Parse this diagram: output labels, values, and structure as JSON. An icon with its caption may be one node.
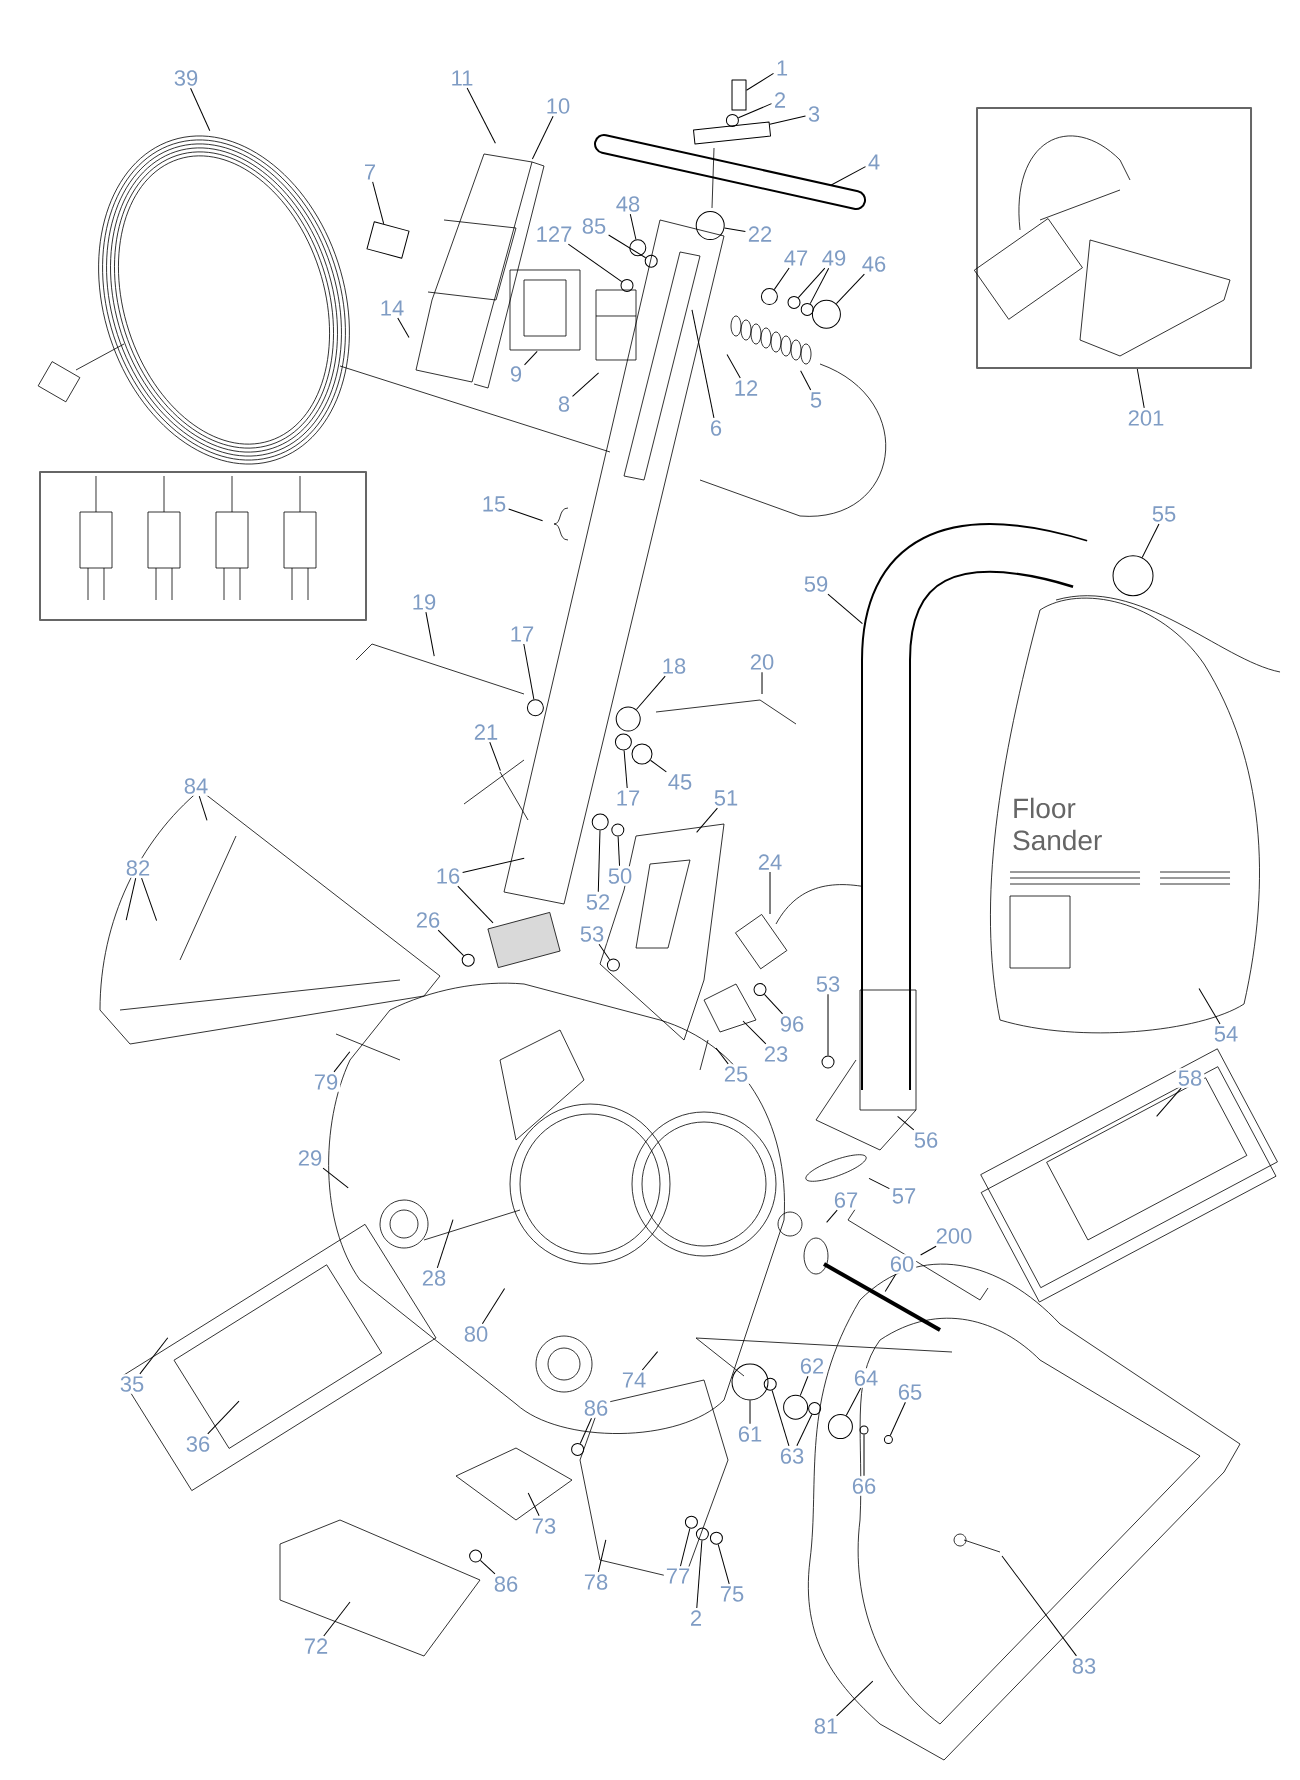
{
  "diagram": {
    "nodes": [
      {
        "text": [
          "39"
        ]
      },
      {
        "text": [
          "11"
        ]
      },
      {
        "text": [
          "10"
        ]
      },
      {
        "text": [
          "1"
        ]
      },
      {
        "text": [
          "2"
        ]
      },
      {
        "text": [
          "3"
        ]
      },
      {
        "text": [
          "4"
        ]
      },
      {
        "text": [
          "7"
        ]
      },
      {
        "text": [
          "48"
        ]
      },
      {
        "text": [
          "85"
        ]
      },
      {
        "text": [
          "127"
        ]
      },
      {
        "text": [
          "22"
        ]
      },
      {
        "text": [
          "47"
        ]
      },
      {
        "text": [
          "49"
        ]
      },
      {
        "text": [
          "46"
        ]
      },
      {
        "text": [
          "14"
        ]
      },
      {
        "text": [
          "9"
        ]
      },
      {
        "text": [
          "8"
        ]
      },
      {
        "text": [
          "12"
        ]
      },
      {
        "text": [
          "5"
        ]
      },
      {
        "text": [
          "201"
        ]
      },
      {
        "text": [],
        "shape": "picture"
      },
      {
        "text": [
          "6"
        ]
      },
      {
        "text": [
          "15"
        ]
      },
      {
        "text": [
          "55"
        ]
      },
      {
        "text": [
          "59"
        ]
      },
      {
        "text": [
          "19"
        ]
      },
      {
        "text": [
          "17"
        ]
      },
      {
        "text": [
          "18"
        ]
      },
      {
        "text": [
          "20"
        ]
      },
      {
        "text": [
          "21"
        ]
      },
      {
        "text": [
          "84"
        ]
      },
      {
        "text": [
          "45"
        ]
      },
      {
        "text": [
          "17"
        ]
      },
      {
        "text": [
          "51"
        ]
      },
      {
        "text": [
          "24"
        ]
      },
      {
        "text": [
          "82"
        ]
      },
      {
        "text": [
          "16"
        ]
      },
      {
        "text": [
          "50"
        ]
      },
      {
        "text": [
          "52"
        ]
      },
      {
        "text": [
          "26"
        ]
      },
      {
        "text": [
          "53"
        ]
      },
      {
        "text": [
          "53"
        ]
      },
      {
        "text": [
          "96"
        ]
      },
      {
        "text": [
          "54"
        ]
      },
      {
        "text": [
          "23"
        ]
      },
      {
        "text": [
          "25"
        ]
      },
      {
        "text": [
          "79"
        ]
      },
      {
        "text": [
          "58"
        ]
      },
      {
        "text": [
          "56"
        ]
      },
      {
        "text": [
          "29"
        ]
      },
      {
        "text": [
          "57"
        ]
      },
      {
        "text": [
          "67"
        ]
      },
      {
        "text": [
          "200"
        ]
      },
      {
        "text": [
          "60"
        ]
      },
      {
        "text": [
          "28"
        ]
      },
      {
        "text": [
          "80"
        ]
      },
      {
        "text": [
          "62"
        ]
      },
      {
        "text": [
          "64"
        ]
      },
      {
        "text": [
          "74"
        ]
      },
      {
        "text": [
          "35"
        ]
      },
      {
        "text": [
          "65"
        ]
      },
      {
        "text": [
          "86"
        ]
      },
      {
        "text": [
          "61"
        ]
      },
      {
        "text": [
          "36"
        ]
      },
      {
        "text": [
          "63"
        ]
      },
      {
        "text": [
          "66"
        ]
      },
      {
        "text": [
          "73"
        ]
      },
      {
        "text": [
          "77"
        ]
      },
      {
        "text": [
          "78"
        ]
      },
      {
        "text": [
          "86"
        ]
      },
      {
        "text": [
          "75"
        ]
      },
      {
        "text": [
          "2"
        ]
      },
      {
        "text": [
          "72"
        ]
      },
      {
        "text": [
          "83"
        ]
      },
      {
        "text": [
          "81"
        ]
      },
      {
        "text": [],
        "shape": "box"
      },
      {
        "text": [],
        "shape": "circle"
      },
      {
        "text": [],
        "shape": "box"
      },
      {
        "text": [],
        "shape": "box"
      },
      {
        "text": [],
        "shape": "circle"
      },
      {
        "text": [],
        "shape": "circle"
      },
      {
        "text": [],
        "shape": "circle"
      },
      {
        "text": [],
        "shape": "circle"
      },
      {
        "text": [],
        "shape": "circle"
      },
      {
        "text": [],
        "shape": "circle"
      },
      {
        "text": [],
        "shape": "circle"
      },
      {
        "text": [],
        "shape": "circle"
      },
      {
        "text": [],
        "shape": "circle"
      },
      {
        "text": [],
        "shape": "circle"
      },
      {
        "text": [],
        "shape": "circle"
      },
      {
        "text": [],
        "shape": "circle"
      },
      {
        "text": [],
        "shape": "circle"
      },
      {
        "text": [],
        "shape": "circle"
      },
      {
        "text": [],
        "shape": "circle"
      },
      {
        "text": [],
        "shape": "circle"
      },
      {
        "text": [],
        "shape": "circle"
      },
      {
        "text": [],
        "shape": "circle"
      },
      {
        "text": [],
        "shape": "circle"
      },
      {
        "text": [],
        "shape": "circle"
      },
      {
        "text": [],
        "shape": "circle"
      },
      {
        "text": [],
        "shape": "circle"
      },
      {
        "text": [],
        "shape": "circle"
      },
      {
        "text": [],
        "shape": "circle"
      },
      {
        "text": [],
        "shape": "circle"
      },
      {
        "text": [],
        "shape": "circle"
      },
      {
        "text": [],
        "shape": "circle"
      },
      {
        "text": [],
        "shape": "circle"
      },
      {
        "text": [],
        "shape": "circle"
      },
      {
        "text": [],
        "shape": "circle"
      },
      {
        "text": [],
        "shape": "circle"
      },
      {
        "text": [
          "Floor Sander"
        ]
      }
    ],
    "edges": [
      {
        "from": 0,
        "to": null,
        "arrow": "none"
      },
      {
        "from": 1,
        "to": null,
        "arrow": "none"
      },
      {
        "from": 2,
        "to": null,
        "arrow": "none"
      },
      {
        "from": 3,
        "to": 76,
        "arrow": "none"
      },
      {
        "from": 4,
        "to": 77,
        "arrow": "none"
      },
      {
        "from": 5,
        "to": 78,
        "arrow": "none"
      },
      {
        "from": 6,
        "to": null,
        "arrow": "none"
      },
      {
        "from": 7,
        "to": 79,
        "arrow": "none"
      },
      {
        "from": 8,
        "to": 80,
        "arrow": "none"
      },
      {
        "from": 9,
        "to": 81,
        "arrow": "none"
      },
      {
        "from": 10,
        "to": 82,
        "arrow": "none"
      },
      {
        "from": 11,
        "to": 83,
        "arrow": "none"
      },
      {
        "from": 12,
        "to": 84,
        "arrow": "none"
      },
      {
        "from": 13,
        "to": 85,
        "arrow": "none"
      },
      {
        "from": 13,
        "to": 86,
        "arrow": "none"
      },
      {
        "from": 14,
        "to": 87,
        "arrow": "none"
      },
      {
        "from": 15,
        "to": null,
        "arrow": "none"
      },
      {
        "from": 16,
        "to": null,
        "arrow": "none"
      },
      {
        "from": 17,
        "to": null,
        "arrow": "none"
      },
      {
        "from": 18,
        "to": null,
        "arrow": "none"
      },
      {
        "from": 19,
        "to": null,
        "arrow": "none"
      },
      {
        "from": 20,
        "to": 21,
        "arrow": "none"
      },
      {
        "from": 22,
        "to": null,
        "arrow": "none"
      },
      {
        "from": 23,
        "to": null,
        "arrow": "none"
      },
      {
        "from": 24,
        "to": 88,
        "arrow": "none"
      },
      {
        "from": 25,
        "to": null,
        "arrow": "none"
      },
      {
        "from": 26,
        "to": null,
        "arrow": "none"
      },
      {
        "from": 27,
        "to": 89,
        "arrow": "none"
      },
      {
        "from": 28,
        "to": 90,
        "arrow": "none"
      },
      {
        "from": 29,
        "to": null,
        "arrow": "none"
      },
      {
        "from": 30,
        "to": null,
        "arrow": "none"
      },
      {
        "from": 31,
        "to": null,
        "arrow": "none"
      },
      {
        "from": 32,
        "to": 91,
        "arrow": "none"
      },
      {
        "from": 33,
        "to": 92,
        "arrow": "none"
      },
      {
        "from": 34,
        "to": null,
        "arrow": "none"
      },
      {
        "from": 35,
        "to": null,
        "arrow": "none"
      },
      {
        "from": 36,
        "to": null,
        "arrow": "none"
      },
      {
        "from": 36,
        "to": null,
        "arrow": "none"
      },
      {
        "from": 37,
        "to": null,
        "arrow": "none"
      },
      {
        "from": 37,
        "to": null,
        "arrow": "none"
      },
      {
        "from": 38,
        "to": 93,
        "arrow": "none"
      },
      {
        "from": 39,
        "to": 94,
        "arrow": "none"
      },
      {
        "from": 40,
        "to": 95,
        "arrow": "none"
      },
      {
        "from": 41,
        "to": 96,
        "arrow": "none"
      },
      {
        "from": 42,
        "to": 97,
        "arrow": "none"
      },
      {
        "from": 43,
        "to": 98,
        "arrow": "none"
      },
      {
        "from": 44,
        "to": 111,
        "arrow": "none"
      },
      {
        "from": 45,
        "to": null,
        "arrow": "none"
      },
      {
        "from": 46,
        "to": null,
        "arrow": "none"
      },
      {
        "from": 47,
        "to": null,
        "arrow": "none"
      },
      {
        "from": 48,
        "to": null,
        "arrow": "none"
      },
      {
        "from": 49,
        "to": null,
        "arrow": "none"
      },
      {
        "from": 50,
        "to": null,
        "arrow": "none"
      },
      {
        "from": 51,
        "to": null,
        "arrow": "none"
      },
      {
        "from": 52,
        "to": null,
        "arrow": "none"
      },
      {
        "from": 53,
        "to": null,
        "arrow": "none"
      },
      {
        "from": 54,
        "to": null,
        "arrow": "none"
      },
      {
        "from": 55,
        "to": null,
        "arrow": "none"
      },
      {
        "from": 56,
        "to": null,
        "arrow": "none"
      },
      {
        "from": 57,
        "to": 99,
        "arrow": "none"
      },
      {
        "from": 58,
        "to": 100,
        "arrow": "none"
      },
      {
        "from": 59,
        "to": null,
        "arrow": "none"
      },
      {
        "from": 60,
        "to": null,
        "arrow": "none"
      },
      {
        "from": 61,
        "to": 101,
        "arrow": "none"
      },
      {
        "from": 62,
        "to": 102,
        "arrow": "none"
      },
      {
        "from": 63,
        "to": 103,
        "arrow": "none"
      },
      {
        "from": 64,
        "to": null,
        "arrow": "none"
      },
      {
        "from": 65,
        "to": 104,
        "arrow": "none"
      },
      {
        "from": 65,
        "to": 105,
        "arrow": "none"
      },
      {
        "from": 66,
        "to": 106,
        "arrow": "none"
      },
      {
        "from": 67,
        "to": null,
        "arrow": "none"
      },
      {
        "from": 68,
        "to": 107,
        "arrow": "none"
      },
      {
        "from": 69,
        "to": null,
        "arrow": "none"
      },
      {
        "from": 70,
        "to": 108,
        "arrow": "none"
      },
      {
        "from": 71,
        "to": 109,
        "arrow": "none"
      },
      {
        "from": 72,
        "to": 110,
        "arrow": "none"
      },
      {
        "from": 73,
        "to": null,
        "arrow": "none"
      },
      {
        "from": 74,
        "to": null,
        "arrow": "none"
      },
      {
        "from": 75,
        "to": null,
        "arrow": "none"
      }
    ]
  }
}
